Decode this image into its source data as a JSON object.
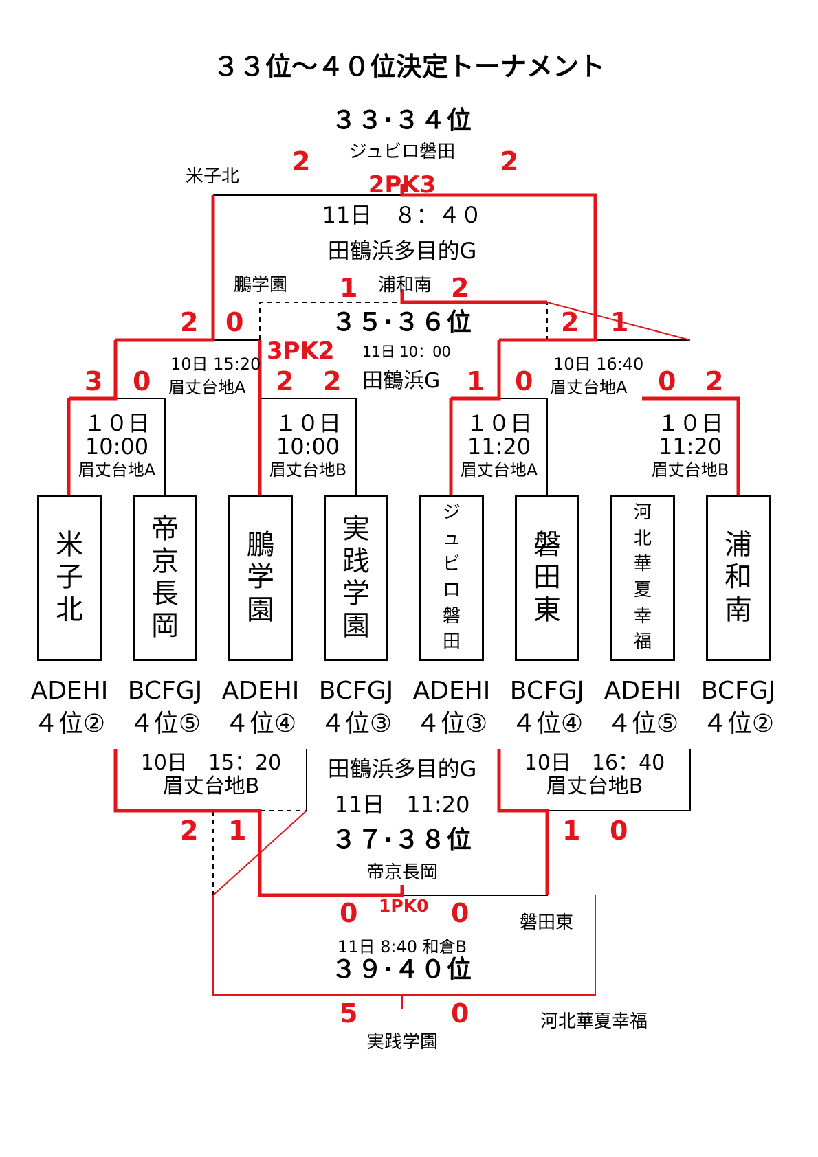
{
  "title": "３３位～４０位決定トーナメント",
  "colors": {
    "winner_line": "#e3141c",
    "line": "#000000"
  },
  "teams": [
    {
      "name": "米子北",
      "slot": "ADEHI",
      "rank": "４位②"
    },
    {
      "name": "帝京長岡",
      "slot": "BCFGJ",
      "rank": "４位⑤"
    },
    {
      "name": "鵬学園",
      "slot": "ADEHI",
      "rank": "４位④"
    },
    {
      "name": "実践学園",
      "slot": "BCFGJ",
      "rank": "４位③"
    },
    {
      "name": "ジュビロ磐田",
      "slot": "ADEHI",
      "rank": "４位③"
    },
    {
      "name": "磐田東",
      "slot": "BCFGJ",
      "rank": "４位④"
    },
    {
      "name": "河北華夏幸福",
      "slot": "ADEHI",
      "rank": "４位⑤"
    },
    {
      "name": "浦和南",
      "slot": "BCFGJ",
      "rank": "４位②"
    }
  ],
  "round1": [
    {
      "day": "１０日",
      "time": "10:00",
      "venue": "眉丈台地A",
      "score_left": "3",
      "score_right": "0"
    },
    {
      "day": "１０日",
      "time": "10:00",
      "venue": "眉丈台地B",
      "score_left": "2",
      "score_right": "2",
      "pk": "3PK2"
    },
    {
      "day": "１０日",
      "time": "11:20",
      "venue": "眉丈台地A",
      "score_left": "1",
      "score_right": "0"
    },
    {
      "day": "１０日",
      "time": "11:20",
      "venue": "眉丈台地B",
      "score_left": "0",
      "score_right": "2"
    }
  ],
  "round2_upper": [
    {
      "time": "10日 15:20",
      "venue": "眉丈台地A",
      "score_left": "2",
      "score_right": "0"
    },
    {
      "time": "10日 16:40",
      "venue": "眉丈台地A",
      "score_left": "2",
      "score_right": "1"
    }
  ],
  "final_33_34": {
    "rank": "３３·３４位",
    "champion": "ジュビロ磐田",
    "left_team": "米子北",
    "score_left": "2",
    "score_right": "2",
    "pk": "2PK3",
    "time": "11日　８：４０",
    "venue": "田鶴浜多目的G"
  },
  "final_35_36": {
    "rank": "３５·３６位",
    "left_team": "鵬学園",
    "right_team": "浦和南",
    "score_left": "1",
    "score_right": "2",
    "time": "11日 10：00",
    "venue": "田鶴浜G"
  },
  "round2_lower": [
    {
      "time": "10日　15：20",
      "venue": "眉丈台地B",
      "score_left": "2",
      "score_right": "1"
    },
    {
      "time": "10日　16：40",
      "venue": "眉丈台地B",
      "score_left": "1",
      "score_right": "0"
    }
  ],
  "final_37_38": {
    "rank": "３７·３８位",
    "winner": "帝京長岡",
    "right_team": "磐田東",
    "score_left": "0",
    "score_right": "0",
    "pk": "1PK0",
    "time": "11日　11:20",
    "venue": "田鶴浜多目的G"
  },
  "final_39_40": {
    "rank": "３９·４０位",
    "winner": "実践学園",
    "right_team": "河北華夏幸福",
    "score_left": "5",
    "score_right": "0",
    "time": "11日 8:40 和倉B"
  }
}
